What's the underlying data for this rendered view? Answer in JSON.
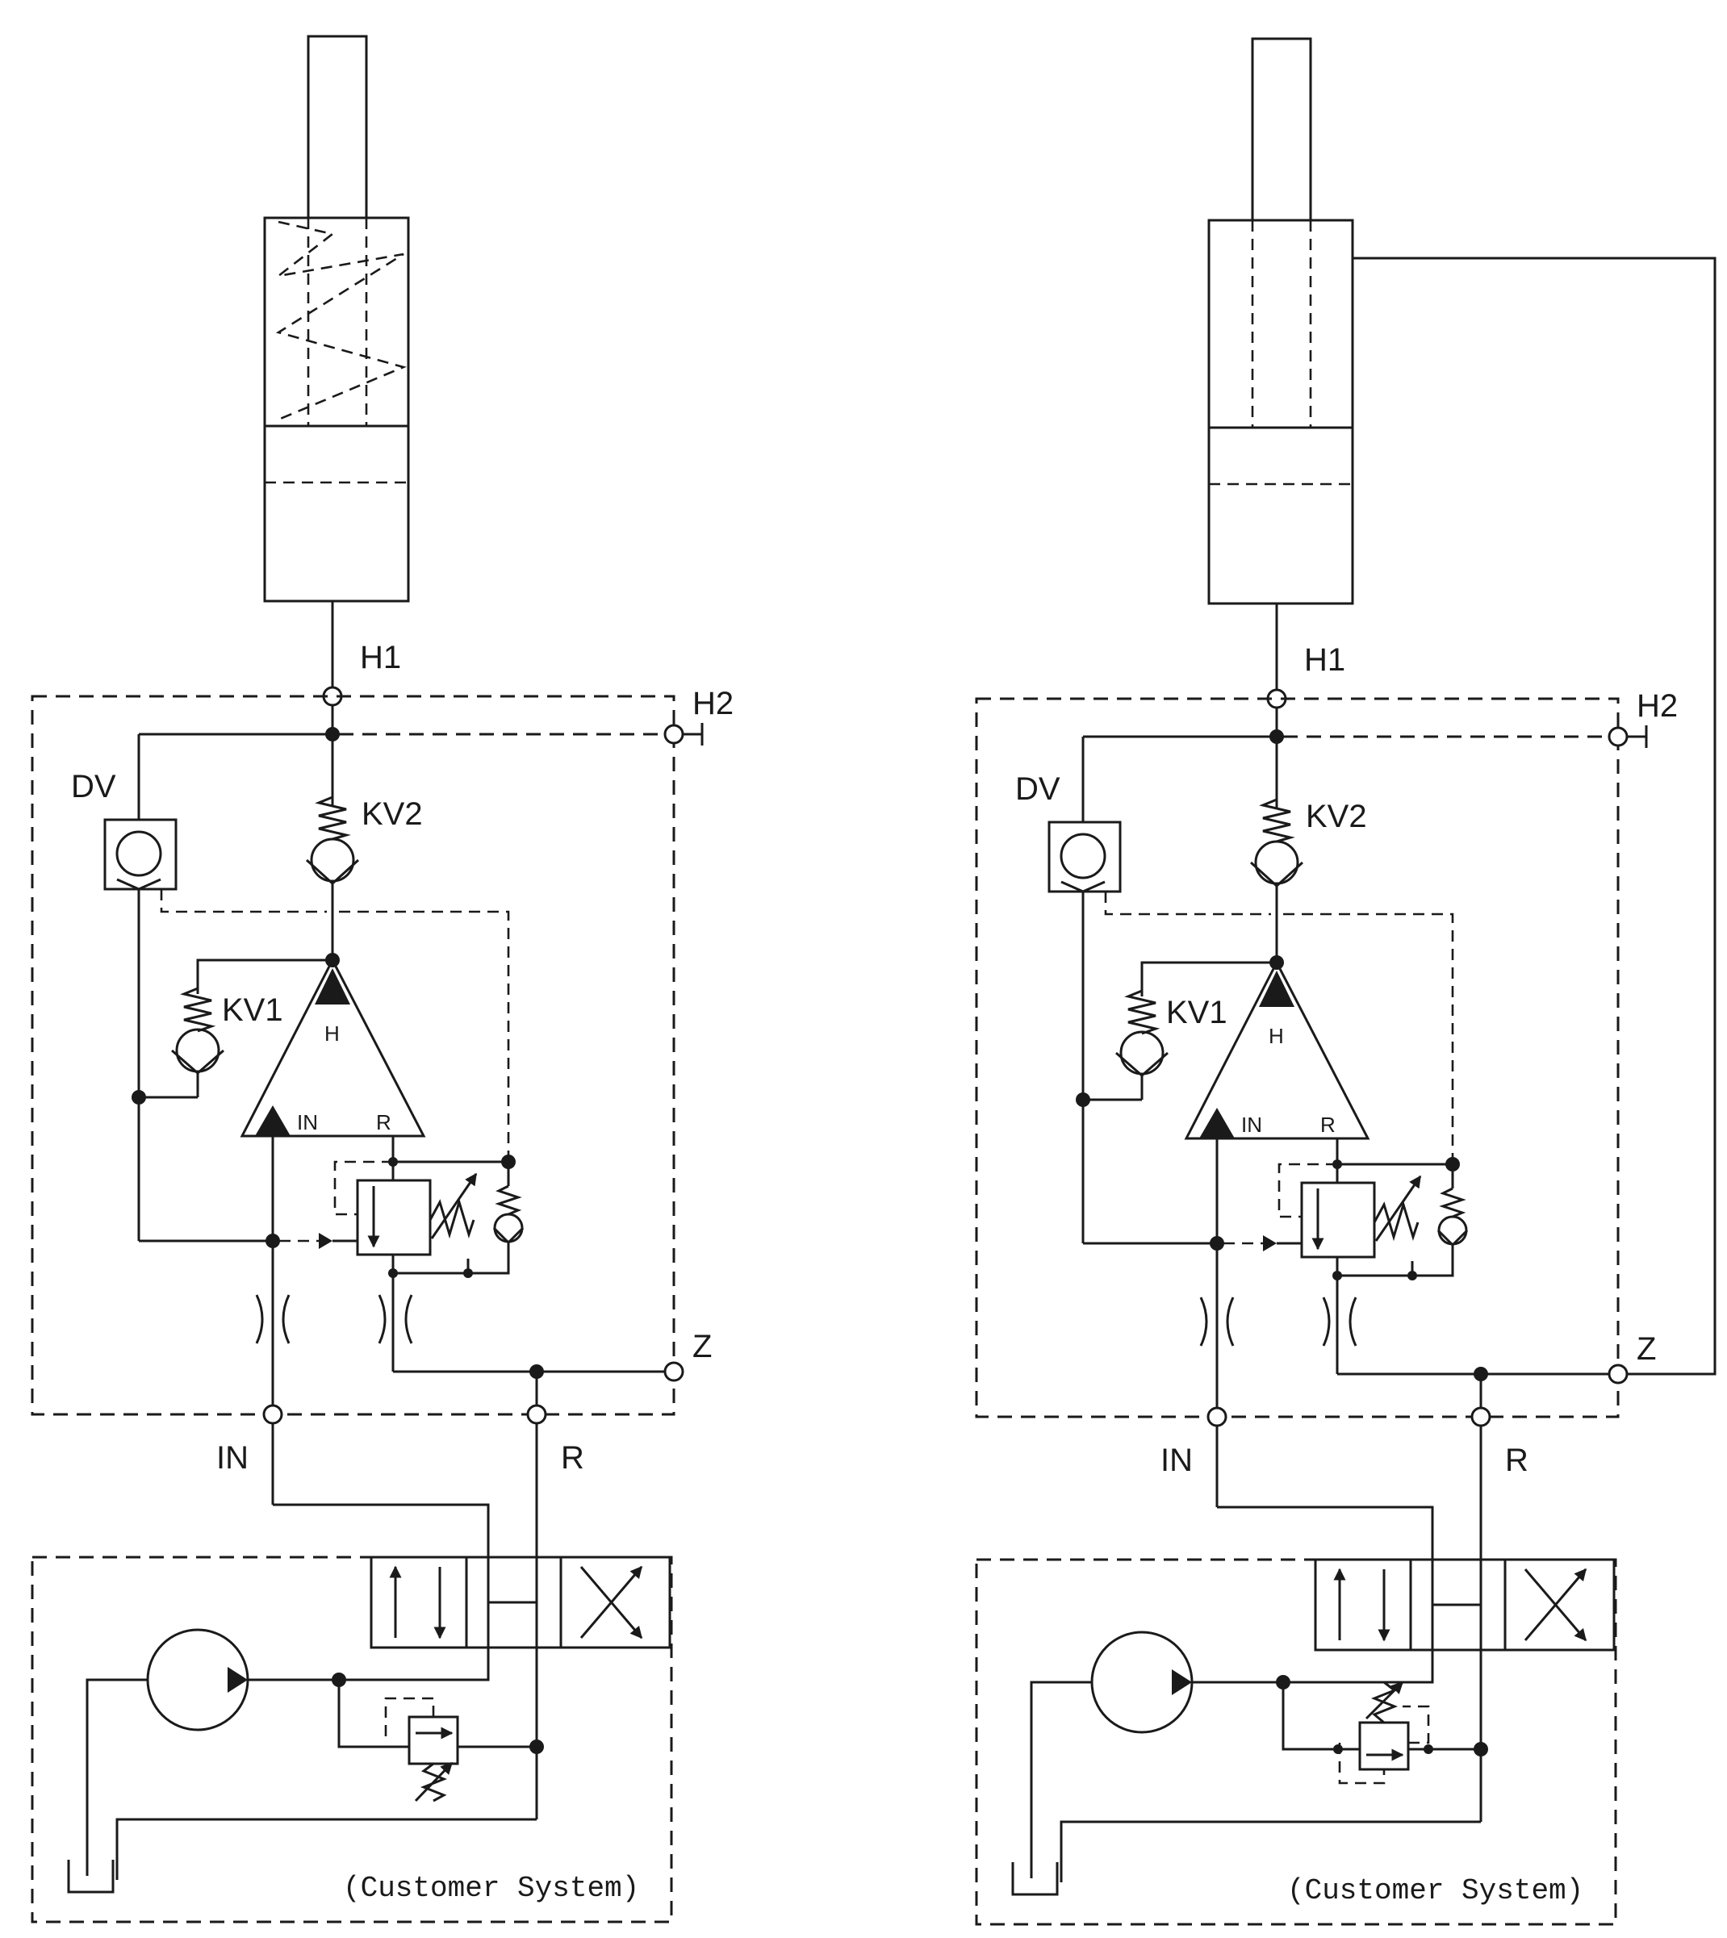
{
  "labels": {
    "h1": "H1",
    "h2": "H2",
    "dv": "DV",
    "kv1": "KV1",
    "kv2": "KV2",
    "valve_h": "H",
    "valve_in": "IN",
    "valve_r": "R",
    "z": "Z",
    "in": "IN",
    "r": "R",
    "customer": "(Customer System)"
  }
}
